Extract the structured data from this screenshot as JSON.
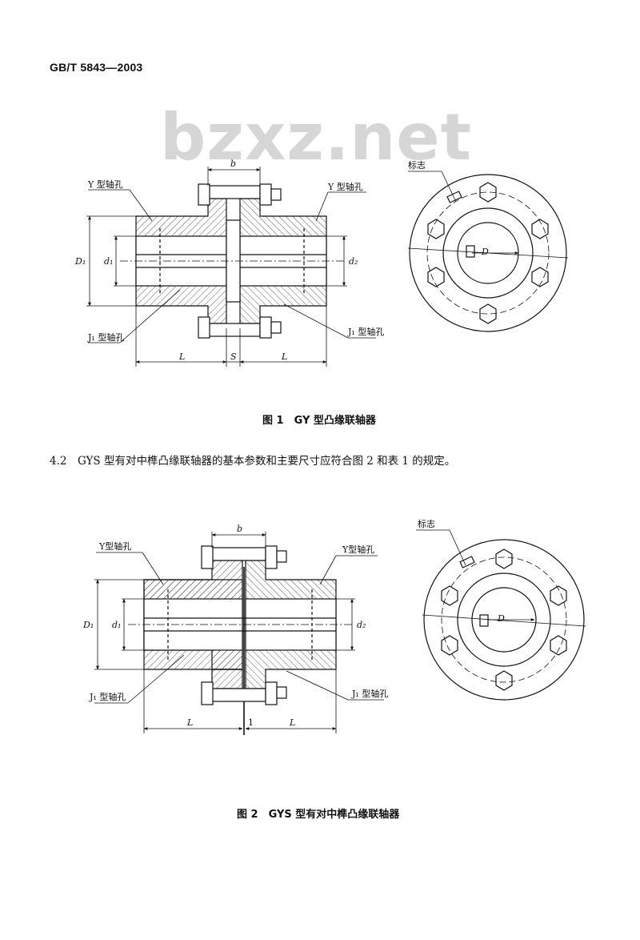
{
  "header": {
    "standard": "GB/T 5843—2003"
  },
  "watermark": {
    "text": "bzxz.net"
  },
  "figure1": {
    "caption": "图 1　GY 型凸缘联轴器",
    "labels": {
      "y_left": "Y 型轴孔",
      "y_right": "Y 型轴孔",
      "j_left": "J₁ 型轴孔",
      "j_right": "J₁ 型轴孔",
      "mark": "标志",
      "b": "b",
      "D1": "D₁",
      "d1": "d₁",
      "d2": "d₂",
      "L_left": "L",
      "S": "S",
      "L_right": "L",
      "D": "D"
    }
  },
  "paragraph": {
    "text": "4.2　GYS 型有对中榫凸缘联轴器的基本参数和主要尺寸应符合图 2 和表 1 的规定。"
  },
  "figure2": {
    "caption": "图 2　GYS 型有对中榫凸缘联轴器",
    "labels": {
      "y_left": "Y型轴孔",
      "y_right": "Y型轴孔",
      "j_left": "J₁ 型轴孔",
      "j_right": "J₁ 型轴孔",
      "mark": "标志",
      "b": "b",
      "D1": "D₁",
      "d1": "d₁",
      "d2": "d₂",
      "L_left": "L",
      "gap": "1",
      "L_right": "L",
      "D": "D"
    }
  }
}
